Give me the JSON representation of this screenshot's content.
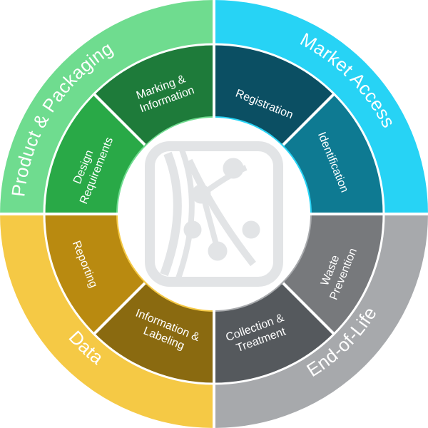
{
  "colors": {
    "product_outer": "#6fdc8f",
    "market_outer": "#27d3f5",
    "data_outer": "#f5c945",
    "eol_outer": "#a7a9ac",
    "marking": "#1e7b3a",
    "design": "#29a947",
    "registration": "#0b4f63",
    "identification": "#0e7a92",
    "reporting": "#b98a10",
    "info_labeling": "#8a6a10",
    "waste": "#77797c",
    "collection": "#55595d",
    "logo": "#e2e4e6"
  },
  "logo_name": "stylized-network-logo-icon",
  "outer": [
    {
      "key": "product",
      "label": "Product & Packaging"
    },
    {
      "key": "market",
      "label": "Market Access"
    },
    {
      "key": "eol",
      "label": "End-of-Life"
    },
    {
      "key": "data",
      "label": "Data"
    }
  ],
  "inner": [
    {
      "key": "marking",
      "lines": [
        "Marking &",
        "Information"
      ]
    },
    {
      "key": "registration",
      "lines": [
        "Registration"
      ]
    },
    {
      "key": "identification",
      "lines": [
        "Identification"
      ]
    },
    {
      "key": "waste",
      "lines": [
        "Waste",
        "Prevention"
      ]
    },
    {
      "key": "collection",
      "lines": [
        "Collection &",
        "Treatment"
      ]
    },
    {
      "key": "info_labeling",
      "lines": [
        "Information &",
        "Labeling"
      ]
    },
    {
      "key": "reporting",
      "lines": [
        "Reporting"
      ]
    },
    {
      "key": "design",
      "lines": [
        "Design",
        "Requirements"
      ]
    }
  ]
}
